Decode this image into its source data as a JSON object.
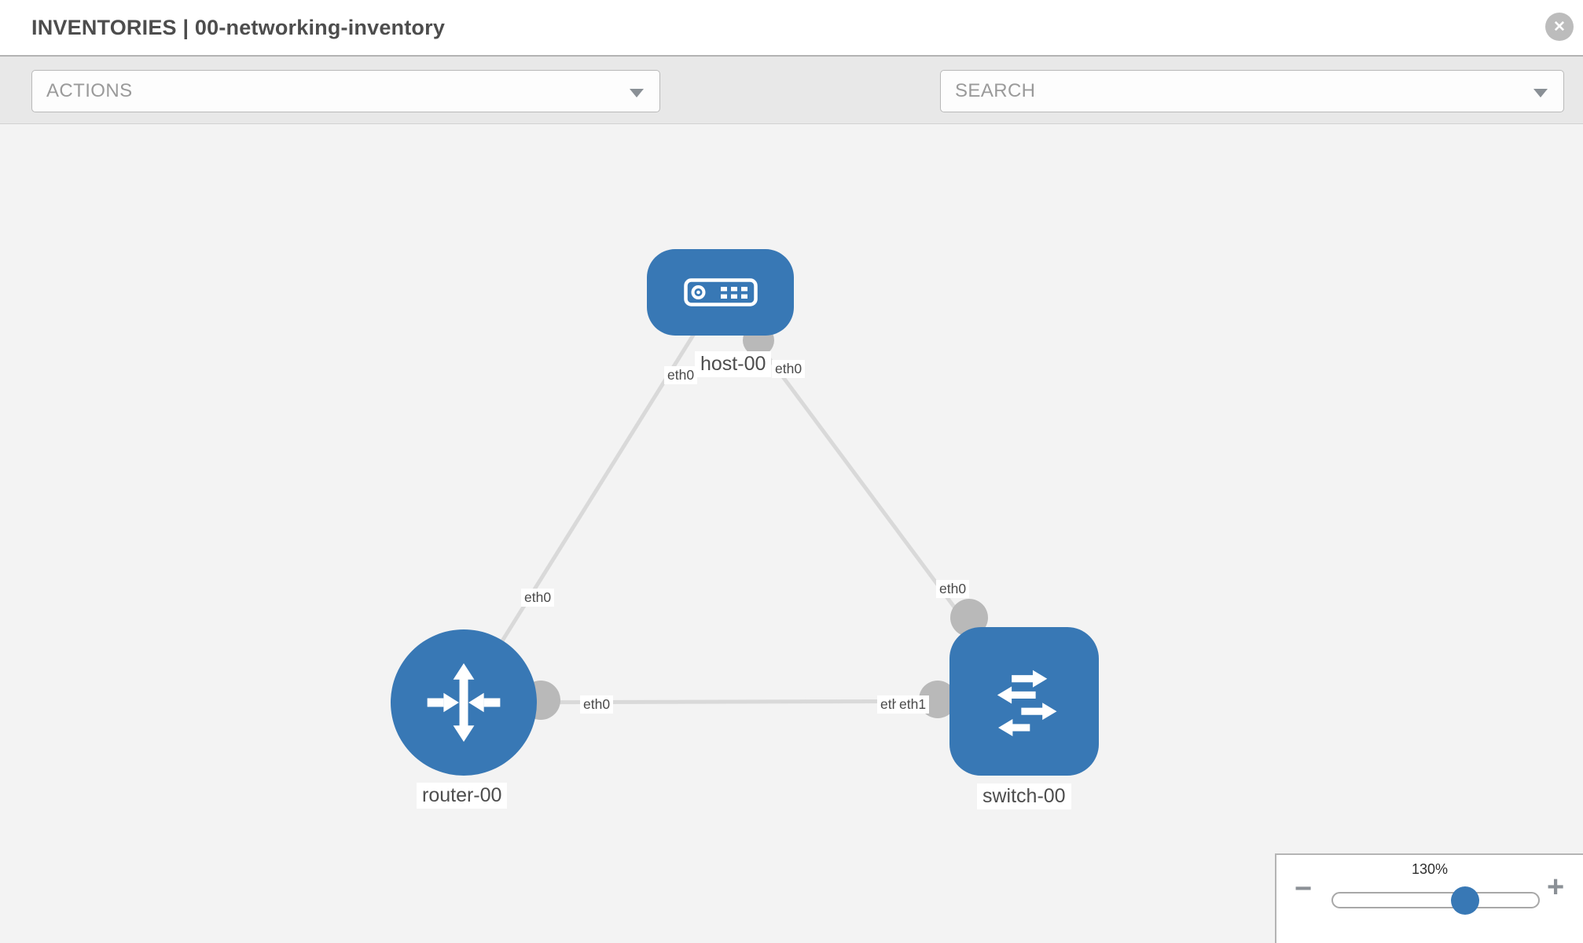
{
  "header": {
    "title": "INVENTORIES | 00-networking-inventory",
    "close_icon_glyph": "✕"
  },
  "toolbar": {
    "actions_placeholder": "ACTIONS",
    "search_placeholder": "SEARCH",
    "icons": [
      "wrench-icon",
      "key-icon"
    ]
  },
  "topology": {
    "nodes": [
      {
        "id": "host-00",
        "label": "host-00",
        "type": "host",
        "icon": "host-icon"
      },
      {
        "id": "router-00",
        "label": "router-00",
        "type": "router",
        "icon": "router-icon"
      },
      {
        "id": "switch-00",
        "label": "switch-00",
        "type": "switch",
        "icon": "switch-icon"
      }
    ],
    "links": [
      {
        "from": "host-00",
        "from_if": "eth0",
        "to": "router-00",
        "to_if": "eth0"
      },
      {
        "from": "host-00",
        "from_if": "eth0",
        "to": "switch-00",
        "to_if": "eth0"
      },
      {
        "from": "router-00",
        "from_if": "eth0",
        "to": "switch-00",
        "to_if": "eth1",
        "to_if_overlapped": "eth0"
      }
    ]
  },
  "zoom_control": {
    "level": "130%",
    "minus_glyph": "−",
    "plus_glyph": "+"
  },
  "colors": {
    "node_blue": "#3878b5",
    "link_gray": "#d9d9d9",
    "connector_gray": "#b9b9b9",
    "label_text": "#4d4d4d",
    "toolbar_bg": "#e8e8e8",
    "canvas_bg": "#f3f3f3"
  }
}
